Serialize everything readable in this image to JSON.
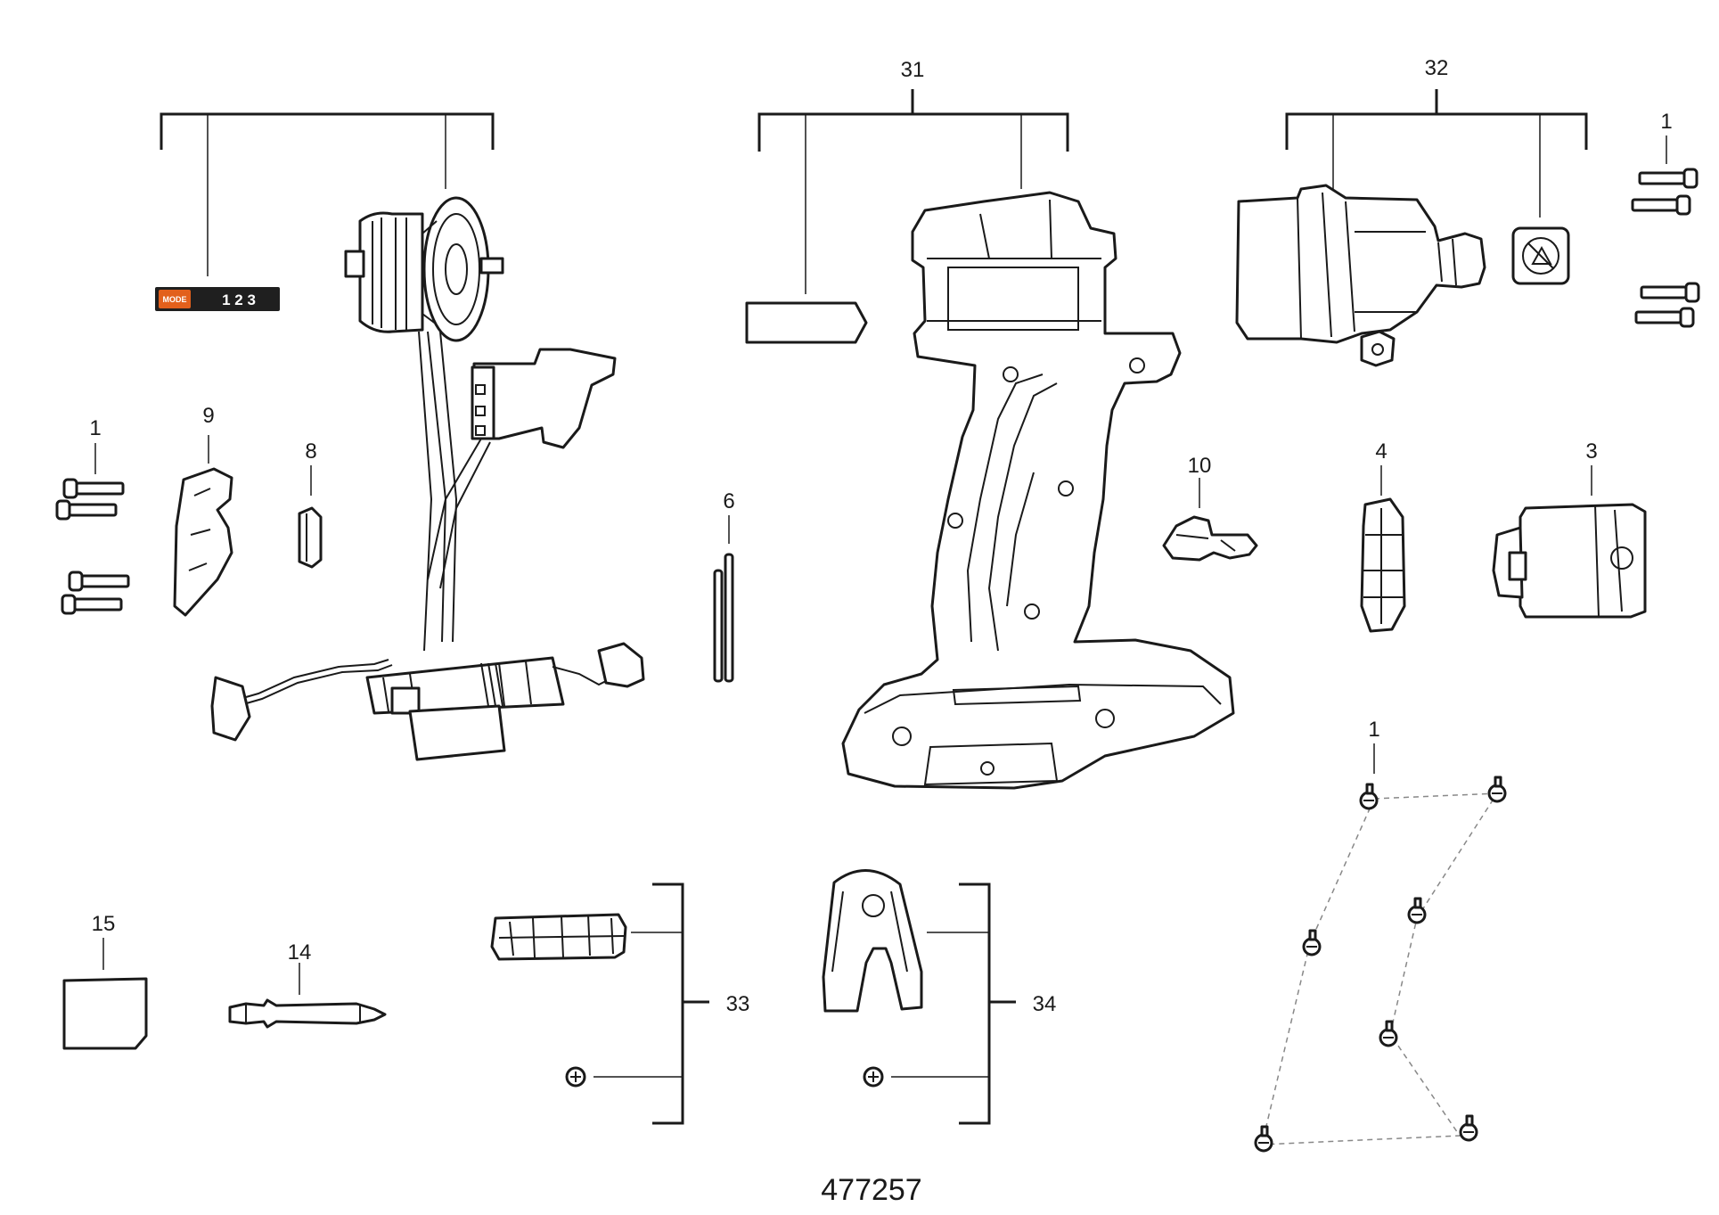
{
  "footer": {
    "drawing_number": "477257"
  },
  "mode_label": {
    "tag": "MODE",
    "settings": "1 2 3"
  },
  "callouts": {
    "c1_screws_left": "1",
    "c9": "9",
    "c8": "8",
    "c6": "6",
    "c31": "31",
    "c32": "32",
    "c1_screws_right": "1",
    "c10": "10",
    "c4": "4",
    "c3": "3",
    "c1_screws_bottom": "1",
    "c15": "15",
    "c14": "14",
    "c33": "33",
    "c34": "34"
  },
  "colors": {
    "line": "#1a1a1a",
    "mode_accent": "#e2601c",
    "mode_background": "#1f1f1f"
  }
}
